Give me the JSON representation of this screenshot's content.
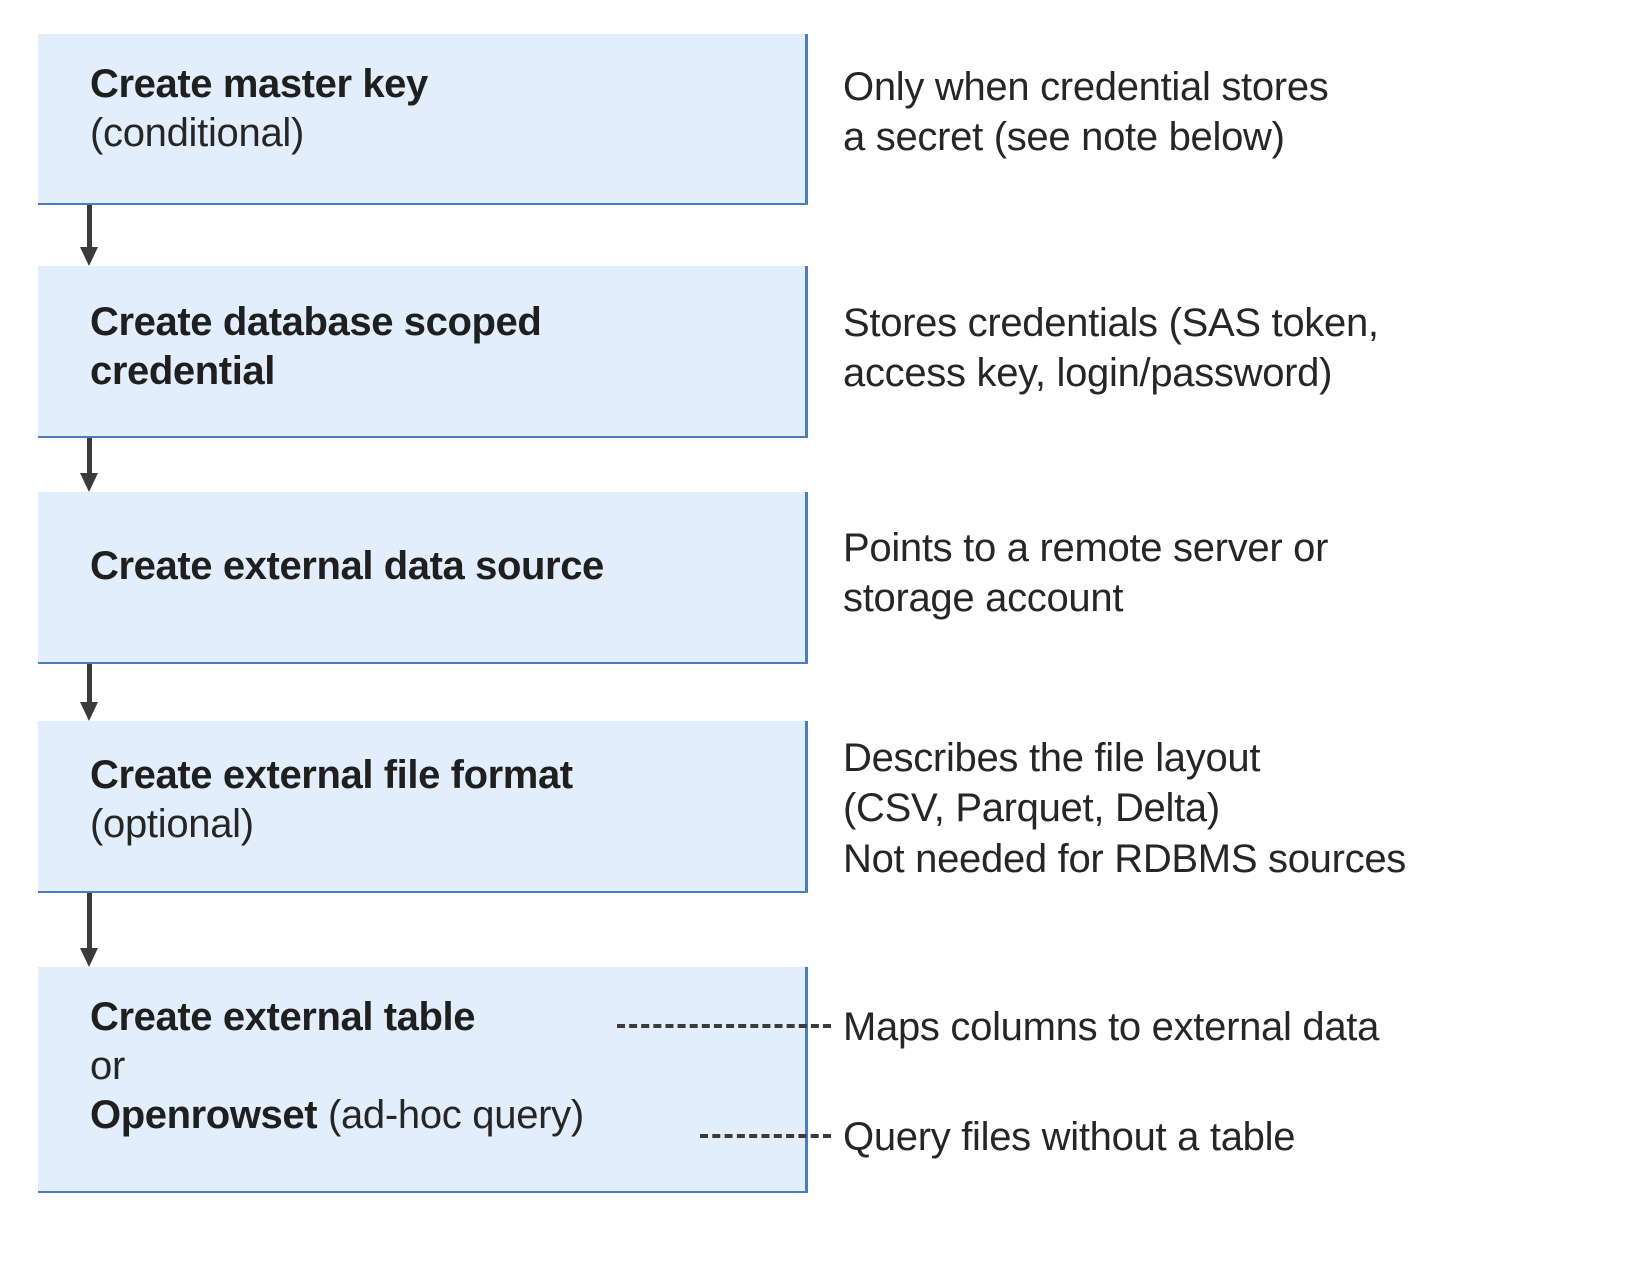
{
  "theme": {
    "box_fill": "#e2eefb",
    "box_border": "#4a7ebb",
    "arrow_color": "#3b3b3b",
    "text_color": "#262626",
    "page_background": "#ffffff"
  },
  "diagram": {
    "type": "flowchart",
    "orientation": "vertical",
    "steps": [
      {
        "id": "create-master-key",
        "title": "Create master key",
        "subtitle": "(conditional)",
        "note": "Only when credential stores\na secret (see note below)"
      },
      {
        "id": "create-database-scoped-credential",
        "title": "Create database scoped\ncredential",
        "subtitle": "",
        "note": "Stores credentials (SAS token,\naccess key, login/password)"
      },
      {
        "id": "create-external-data-source",
        "title": "Create external data source",
        "subtitle": "",
        "note": "Points to a remote server or\nstorage account"
      },
      {
        "id": "create-external-file-format",
        "title": "Create external file format",
        "subtitle": "(optional)",
        "note": "Describes the file layout\n(CSV, Parquet, Delta)\nNot needed for RDBMS sources"
      },
      {
        "id": "create-external-table-or-openrowset",
        "title": "Create external table",
        "connector_word": "or",
        "alt_title": "Openrowset",
        "alt_subtitle": " (ad-hoc query)",
        "note_primary": "Maps columns to external data",
        "note_alternate": "Query files without a table"
      }
    ]
  }
}
